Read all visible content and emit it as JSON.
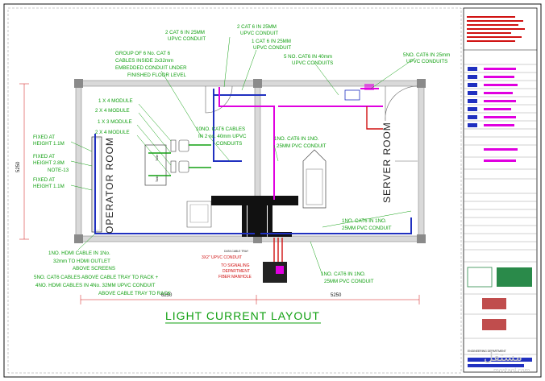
{
  "drawing": {
    "title": "LIGHT CURRENT LAYOUT",
    "rooms": {
      "operator": "OPERATOR ROOM",
      "server": "SERVER ROOM"
    },
    "dimensions": {
      "left_width": "6250",
      "right_width": "5250",
      "height": "5250"
    },
    "callouts": {
      "c1_a": "GROUP OF 6 No. CAT 6",
      "c1_b": "CABLES INSIDE 2x32mm",
      "c1_c": "EMBEDDED CONDUIT UNDER",
      "c1_d": "FINISHED FLOOR LEVEL",
      "c2_a": "2 CAT 6 IN 25MM",
      "c2_b": "UPVC CONDUIT",
      "c3_a": "2 CAT 6 IN 25MM",
      "c3_b": "UPVC CONDUIT",
      "c4_a": "1 CAT 6 IN 25MM",
      "c4_b": "UPVC CONDUIT",
      "c5_a": "5 NO. CAT6 IN 40mm",
      "c5_b": "UPVC CONDUITS",
      "c6_a": "5NO. CAT6 IN 25mm",
      "c6_b": "UPVC CONDUITS",
      "m1": "1 X 4 MODULE",
      "m2": "2 X 4 MODULE",
      "m3": "1 X 3 MODULE",
      "m4": "2 X 4 MODULE",
      "c7_a": "10NO. CAT6 CABLES",
      "c7_b": "IN 2 no. 40mm UPVC",
      "c7_c": "CONDUITS",
      "c8_a": "1NO. CAT6 IN 1NO.",
      "c8_b": "25MM PVC CONDUIT",
      "f1_a": "FIXED AT",
      "f1_b": "HEIGHT 1.1M",
      "f2_a": "FIXED AT",
      "f2_b": "HEIGHT 2.8M",
      "f2_c": "NOTE-13",
      "f3_a": "FIXED AT",
      "f3_b": "HEIGHT 1.1M",
      "c9_a": "1NO. CAT6 IN 1NO.",
      "c9_b": "25MM PVC CONDUIT",
      "tray": "DATA CABLE TRAY",
      "r1": "3X2\" UPVC CONDUIT",
      "r2_a": "TO SIGNALING",
      "r2_b": "DEPARTMENT",
      "r2_c": "FIBER MANHOLE",
      "h1": "1NO. HDMI CABLE IN 1No.",
      "h2": "32mm TO HDMI OUTLET",
      "h3": "ABOVE SCREENS",
      "h4": "5NO. CAT6 CABLES ABOVE CABLE TRAY TO RACK +",
      "h5": "4NO. HDMI CABLES IN 4No. 32MM UPVC CONDUIT",
      "h6": "ABOVE CABLE TRAY TO RACK",
      "c10_a": "1NO. CAT6 IN 1NO.",
      "c10_b": "25MM PVC CONDUIT",
      "table": "Table"
    }
  },
  "title_block": {
    "project": "ENGINEERING DEPARTMENT",
    "watermark": "مستقل",
    "watermark_sub": "mostaql.com"
  },
  "colors": {
    "green": "#12a012",
    "blue": "#2030c0",
    "red": "#d01010",
    "magenta": "#e000e0",
    "wall": "#909090"
  }
}
